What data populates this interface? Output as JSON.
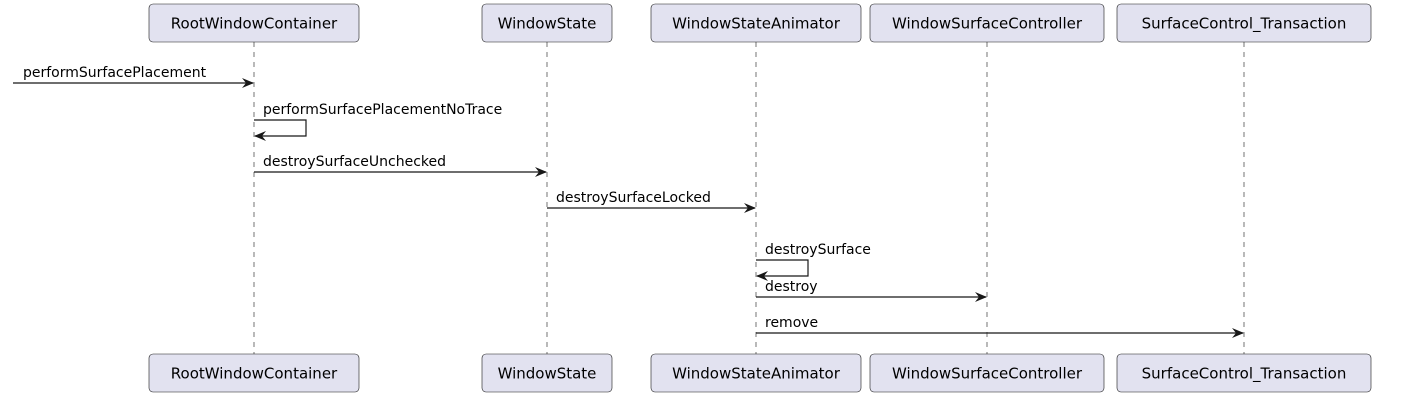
{
  "diagram": {
    "type": "sequence",
    "participants": [
      "RootWindowContainer",
      "WindowState",
      "WindowStateAnimator",
      "WindowSurfaceController",
      "SurfaceControl_Transaction"
    ],
    "messages": [
      {
        "from": null,
        "to": 0,
        "label": "performSurfacePlacement"
      },
      {
        "from": 0,
        "to": 0,
        "label": "performSurfacePlacementNoTrace"
      },
      {
        "from": 0,
        "to": 1,
        "label": "destroySurfaceUnchecked"
      },
      {
        "from": 1,
        "to": 2,
        "label": "destroySurfaceLocked"
      },
      {
        "from": 2,
        "to": 2,
        "label": "destroySurface"
      },
      {
        "from": 2,
        "to": 3,
        "label": "destroy"
      },
      {
        "from": 2,
        "to": 4,
        "label": "remove"
      }
    ]
  }
}
